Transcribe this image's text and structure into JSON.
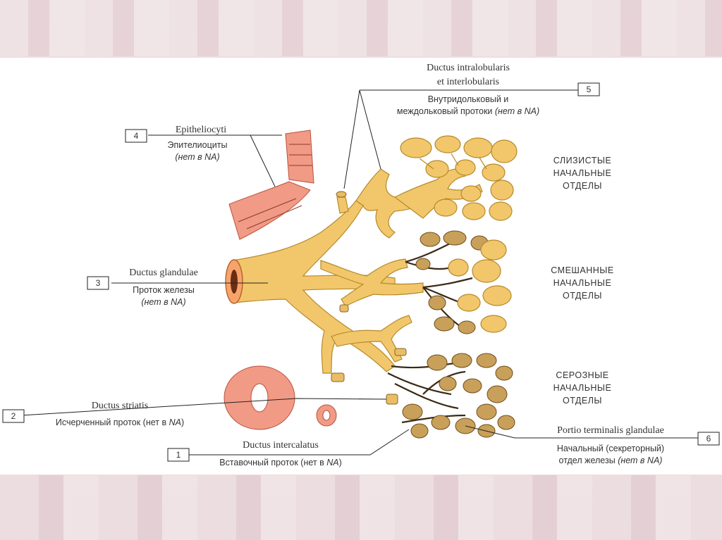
{
  "labels": {
    "l1": {
      "num": "1",
      "latin": "Ductus intercalatus",
      "ru": "Вставочный проток (нет в ",
      "na": "NA",
      "end": ")"
    },
    "l2": {
      "num": "2",
      "latin": "Ductus striatis",
      "ru": "Исчерченный проток (нет в ",
      "na": "NA",
      "end": ")"
    },
    "l3": {
      "num": "3",
      "latin": "Ductus glandulae",
      "ru": "Проток железы",
      "note": "(нет в NA)"
    },
    "l4": {
      "num": "4",
      "latin": "Epitheliocyti",
      "ru": "Эпителиоциты",
      "note": "(нет в NA)"
    },
    "l5": {
      "num": "5",
      "latin1": "Ductus intralobularis",
      "latin2": "et interlobularis",
      "ru1": "Внутридольковый и",
      "ru2": "междольковый протоки ",
      "note": "(нет в NA)"
    },
    "l6": {
      "num": "6",
      "latin": "Portio terminalis glandulae",
      "ru1": "Начальный (секреторный)",
      "ru2": "отдел железы ",
      "note": "(нет в NA)"
    }
  },
  "sections": {
    "mucous": [
      "СЛИЗИСТЫЕ",
      "НАЧАЛЬНЫЕ",
      "ОТДЕЛЫ"
    ],
    "mixed": [
      "СМЕШАННЫЕ",
      "НАЧАЛЬНЫЕ",
      "ОТДЕЛЫ"
    ],
    "serous": [
      "СЕРОЗНЫЕ",
      "НАЧАЛЬНЫЕ",
      "ОТДЕЛЫ"
    ]
  },
  "colors": {
    "gland": "#f2c76b",
    "serous": "#c9a05a",
    "epithelium": "#f19a86"
  }
}
